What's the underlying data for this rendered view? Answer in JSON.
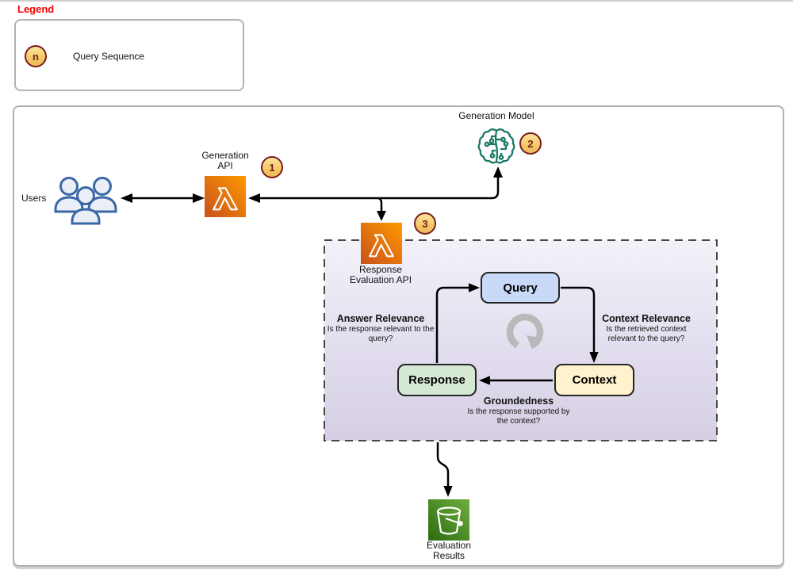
{
  "legend": {
    "title": "Legend",
    "badge": "n",
    "item_label": "Query Sequence"
  },
  "nodes": {
    "users": {
      "label": "Users"
    },
    "generation_api": {
      "label": "Generation API",
      "badge": "1"
    },
    "generation_model": {
      "label": "Generation Model",
      "badge": "2"
    },
    "response_evaluation_api": {
      "label": "Response Evaluation API",
      "badge": "3"
    },
    "evaluation_results": {
      "label": "Evaluation Results"
    }
  },
  "evaluation_cycle": {
    "query": {
      "label": "Query"
    },
    "context": {
      "label": "Context"
    },
    "response": {
      "label": "Response"
    },
    "answer_relevance": {
      "title": "Answer Relevance",
      "description": "Is the response relevant to the query?"
    },
    "context_relevance": {
      "title": "Context Relevance",
      "description": "Is the retrieved context relevant to the query?"
    },
    "groundedness": {
      "title": "Groundedness",
      "description": "Is the response supported by the context?"
    }
  },
  "colors": {
    "legend_red": "#fa0000",
    "badge_fill": "#f3c967",
    "badge_border": "#7a1c1c",
    "lambda_orange_dark": "#c8511b",
    "lambda_orange_light": "#ff9900",
    "model_teal": "#1c7a67",
    "bucket_green_dark": "#2e6b12",
    "bucket_green_light": "#6cae3e",
    "users_blue": "#3a67a5",
    "query_blue": "#c9daf8",
    "response_green": "#d5e8d4",
    "context_yellow": "#fff2cc",
    "cycle_gray": "#b9b9b9",
    "dashed_box_top": "#f3f1f8",
    "dashed_box_bottom": "#d6cfe4"
  }
}
